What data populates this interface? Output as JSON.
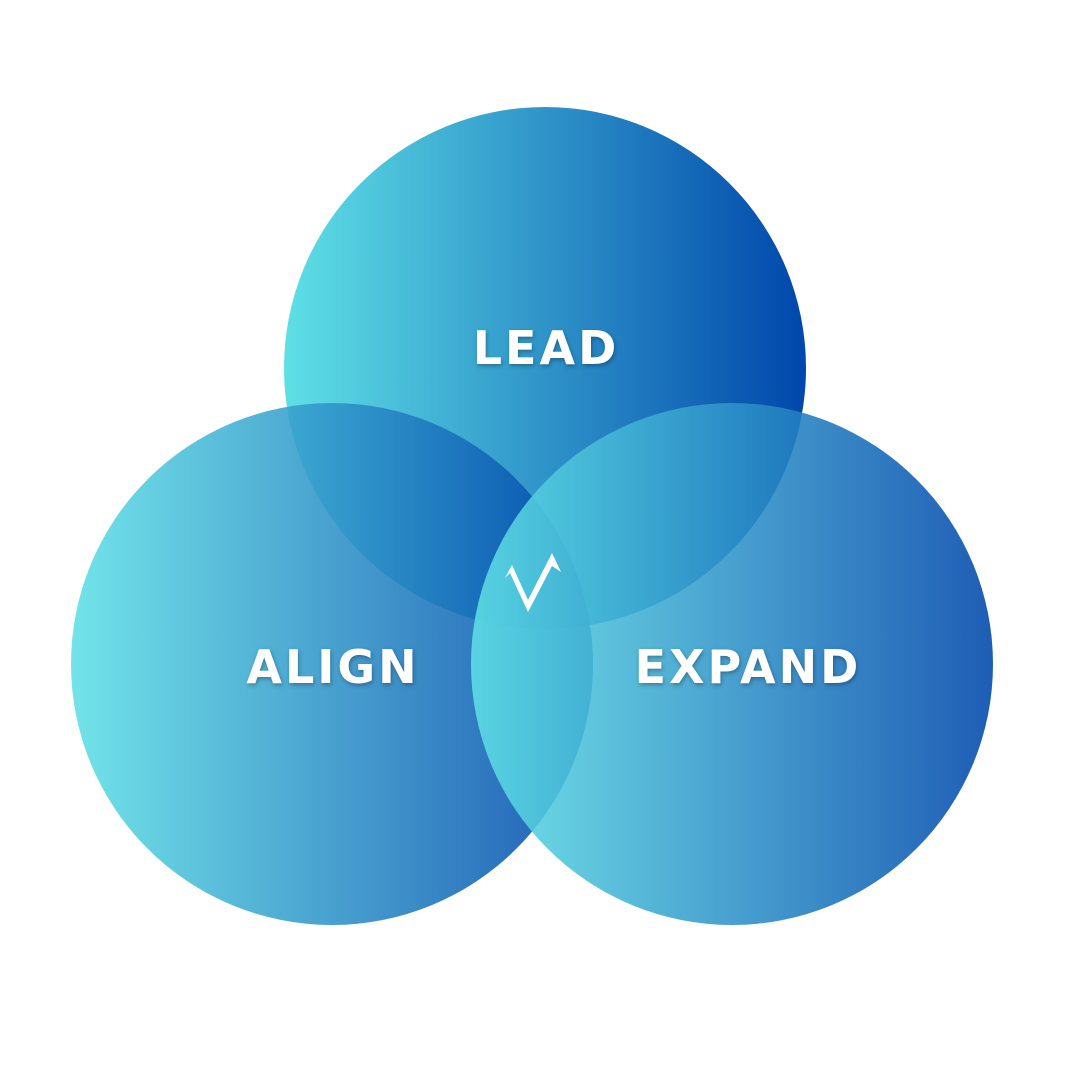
{
  "diagram": {
    "type": "venn",
    "sets": [
      {
        "id": "lead",
        "label": "LEAD"
      },
      {
        "id": "align",
        "label": "ALIGN"
      },
      {
        "id": "expand",
        "label": "EXPAND"
      }
    ],
    "center_icon": "check-mark-logo-icon",
    "colors": {
      "gradient_start": "#5ee0e6",
      "gradient_end": "#0047ab",
      "text": "#ffffff"
    }
  }
}
